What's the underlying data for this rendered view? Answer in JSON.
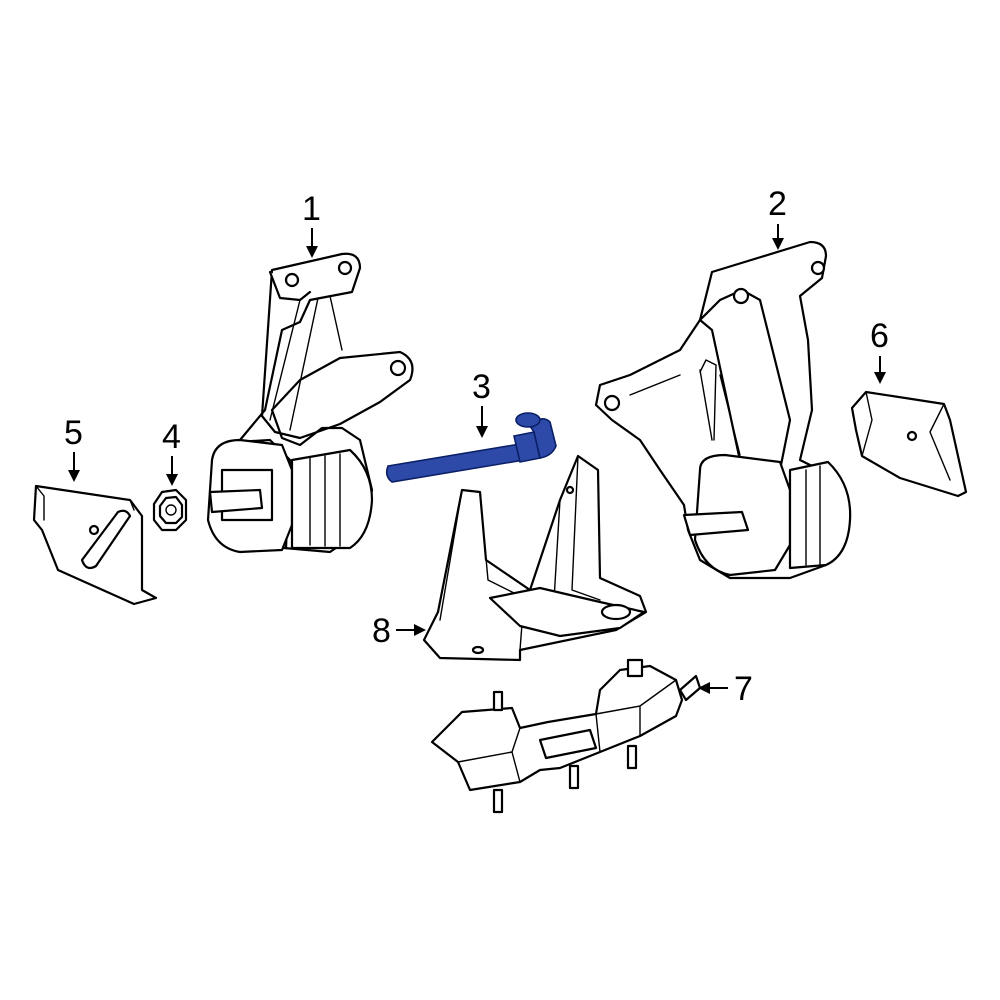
{
  "diagram": {
    "highlight_color": "#2d4aa8",
    "callouts": [
      {
        "id": "1",
        "label": "1"
      },
      {
        "id": "2",
        "label": "2"
      },
      {
        "id": "3",
        "label": "3"
      },
      {
        "id": "4",
        "label": "4"
      },
      {
        "id": "5",
        "label": "5"
      },
      {
        "id": "6",
        "label": "6"
      },
      {
        "id": "7",
        "label": "7"
      },
      {
        "id": "8",
        "label": "8"
      }
    ],
    "highlighted_part": "3"
  }
}
